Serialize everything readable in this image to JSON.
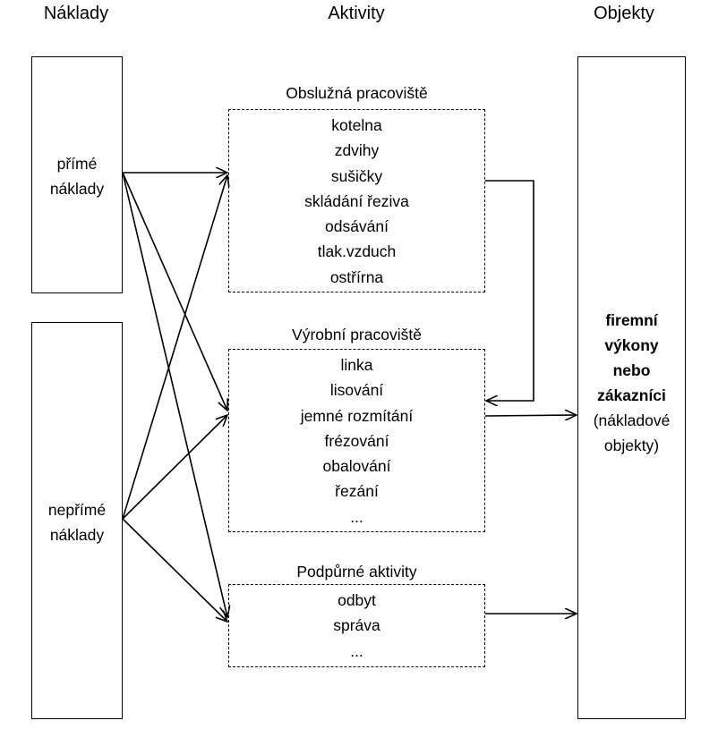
{
  "headers": {
    "costs": "Náklady",
    "activities": "Aktivity",
    "objects": "Objekty"
  },
  "costs": {
    "direct": [
      "přímé",
      "náklady"
    ],
    "indirect": [
      "nepřímé",
      "náklady"
    ]
  },
  "activities": [
    {
      "title": "Obslužná pracoviště",
      "items": [
        "kotelna",
        "zdvihy",
        "sušičky",
        "skládání řeziva",
        "odsávání",
        "tlak.vzduch",
        "ostřírna"
      ]
    },
    {
      "title": "Výrobní pracoviště",
      "items": [
        "linka",
        "lisování",
        "jemné rozmítání",
        "frézování",
        "obalování",
        "řezání",
        "..."
      ]
    },
    {
      "title": "Podpůrné aktivity",
      "items": [
        "odbyt",
        "správa",
        "..."
      ]
    }
  ],
  "objects": {
    "bold_lines": [
      "firemní",
      "výkony",
      "nebo",
      "zákazníci"
    ],
    "normal_lines": [
      "(nákladové",
      "objekty)"
    ]
  }
}
